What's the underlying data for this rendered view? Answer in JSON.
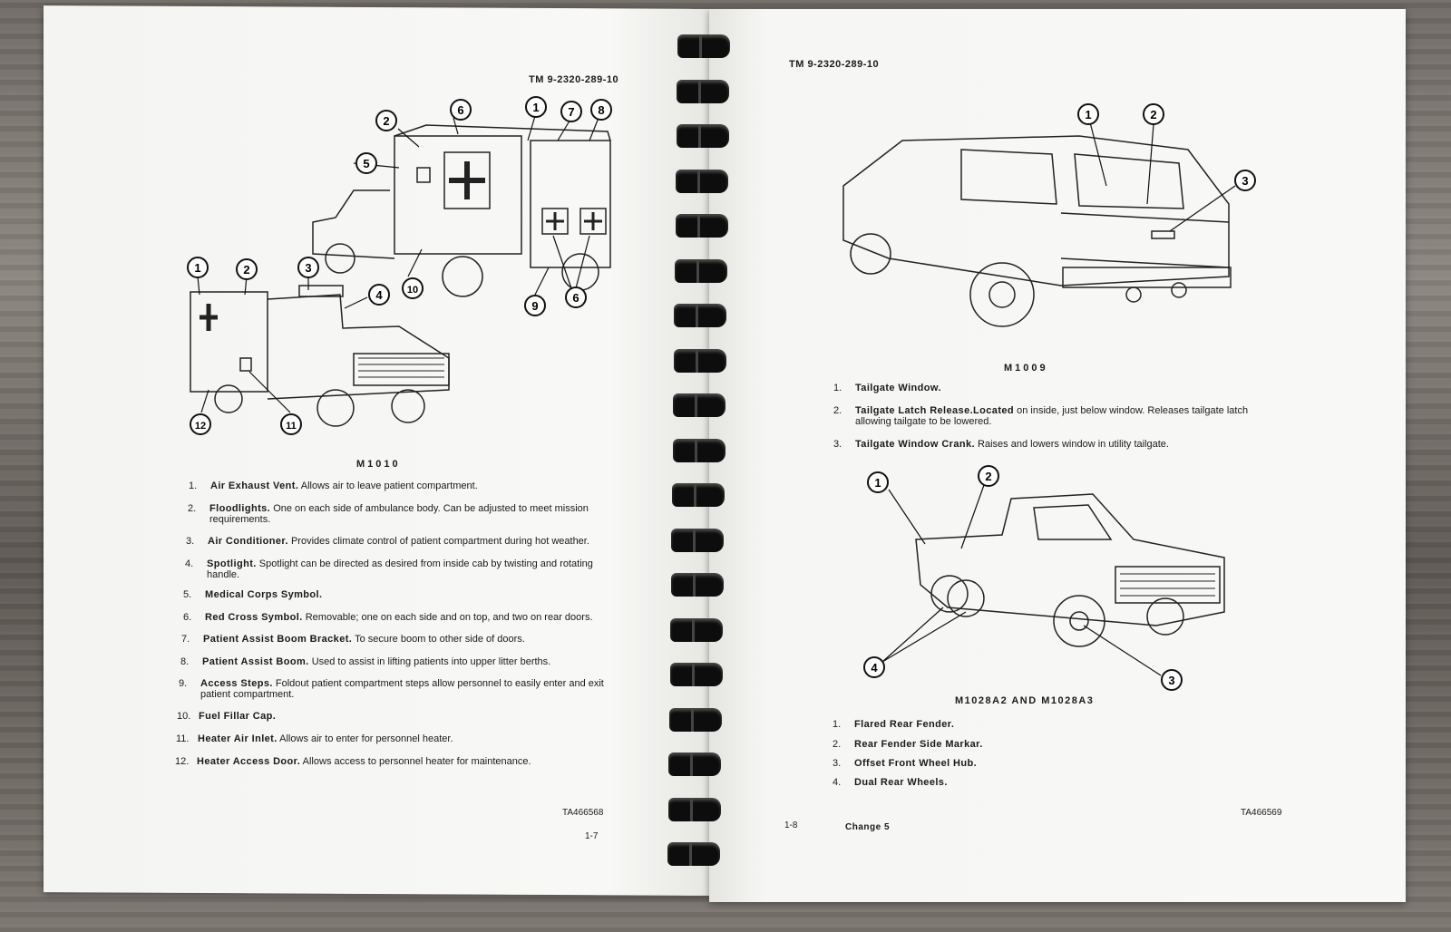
{
  "left_page": {
    "header": "TM 9-2320-289-10",
    "figure_caption": "M1010",
    "callouts": [
      "1",
      "2",
      "3",
      "4",
      "5",
      "6",
      "7",
      "8",
      "9",
      "10",
      "11",
      "12"
    ],
    "items": [
      {
        "num": "1.",
        "title": "Air Exhaust Vent.",
        "text": "Allows air to leave patient compartment."
      },
      {
        "num": "2.",
        "title": "Floodlights.",
        "text": "One on each side of ambulance body. Can be adjusted to meet mission requirements."
      },
      {
        "num": "3.",
        "title": "Air Conditioner.",
        "text": "Provides climate control of patient compartment during hot weather."
      },
      {
        "num": "4.",
        "title": "Spotlight.",
        "text": "Spotlight can be directed as desired from inside cab by twisting and rotating handle."
      },
      {
        "num": "5.",
        "title": "Medical Corps Symbol.",
        "text": ""
      },
      {
        "num": "6.",
        "title": "Red Cross Symbol.",
        "text": "Removable; one on each side and on top, and two on rear doors."
      },
      {
        "num": "7.",
        "title": "Patient Assist Boom Bracket.",
        "text": "To secure boom to other side of doors."
      },
      {
        "num": "8.",
        "title": "Patient Assist Boom.",
        "text": "Used to assist in lifting patients into upper litter berths."
      },
      {
        "num": "9.",
        "title": "Access Steps.",
        "text": "Foldout patient compartment steps allow personnel to easily enter and exit patient compartment."
      },
      {
        "num": "10.",
        "title": "Fuel Fillar Cap.",
        "text": ""
      },
      {
        "num": "11.",
        "title": "Heater Air Inlet.",
        "text": "Allows air to enter for personnel heater."
      },
      {
        "num": "12.",
        "title": "Heater Access Door.",
        "text": "Allows access to personnel heater for maintenance."
      }
    ],
    "figure_id": "TA466568",
    "page_number": "1-7"
  },
  "right_page": {
    "header": "TM 9-2320-289-10",
    "figure1_caption": "M1009",
    "figure1_callouts": [
      "1",
      "2",
      "3"
    ],
    "figure1_items": [
      {
        "num": "1.",
        "title": "Tailgate Window.",
        "text": ""
      },
      {
        "num": "2.",
        "title": "Tailgate Latch Release.Located",
        "text": "on inside, just below window. Releases tailgate latch allowing tailgate to be lowered."
      },
      {
        "num": "3.",
        "title": "Tailgate Window Crank.",
        "text": "Raises and lowers window in utility tailgate."
      }
    ],
    "figure2_caption": "M1028A2 AND M1028A3",
    "figure2_callouts": [
      "1",
      "2",
      "3",
      "4"
    ],
    "figure2_items": [
      {
        "num": "1.",
        "title": "Flared Rear Fender.",
        "text": ""
      },
      {
        "num": "2.",
        "title": "Rear Fender Side Markar.",
        "text": ""
      },
      {
        "num": "3.",
        "title": "Offset Front Wheel Hub.",
        "text": ""
      },
      {
        "num": "4.",
        "title": "Dual Rear Wheels.",
        "text": ""
      }
    ],
    "page_number": "1-8",
    "change": "Change 5",
    "figure_id": "TA466569"
  }
}
